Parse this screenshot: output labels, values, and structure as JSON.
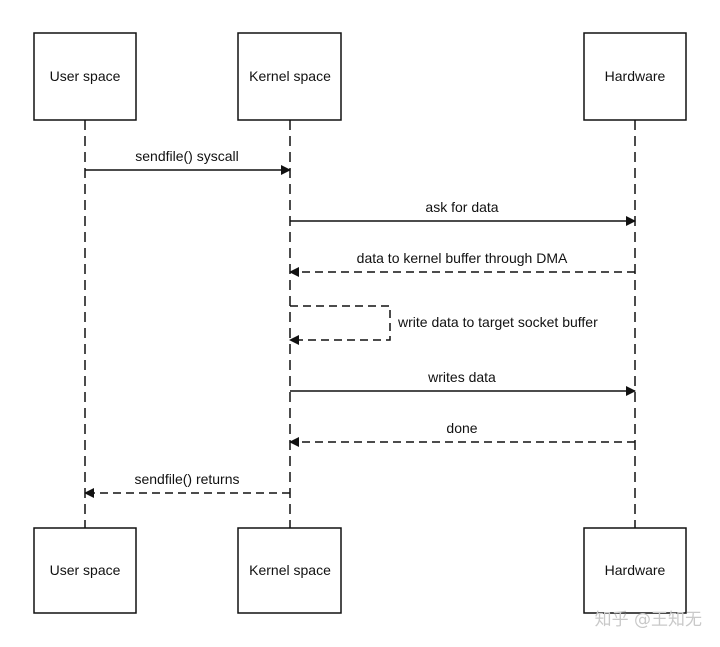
{
  "actors": [
    {
      "id": "user",
      "label": "User space"
    },
    {
      "id": "kernel",
      "label": "Kernel space"
    },
    {
      "id": "hw",
      "label": "Hardware"
    }
  ],
  "messages": [
    {
      "from": "user",
      "to": "kernel",
      "label": "sendfile() syscall",
      "style": "solid"
    },
    {
      "from": "kernel",
      "to": "hw",
      "label": "ask for data",
      "style": "solid"
    },
    {
      "from": "hw",
      "to": "kernel",
      "label": "data to kernel buffer through DMA",
      "style": "dashed"
    },
    {
      "from": "kernel",
      "to": "kernel",
      "label": "write data to target socket buffer",
      "style": "dashed"
    },
    {
      "from": "kernel",
      "to": "hw",
      "label": "writes data",
      "style": "solid"
    },
    {
      "from": "hw",
      "to": "kernel",
      "label": "done",
      "style": "dashed"
    },
    {
      "from": "kernel",
      "to": "user",
      "label": "sendfile() returns",
      "style": "dashed"
    }
  ],
  "watermark": "知乎 @王知无",
  "colors": {
    "line": "#111111",
    "watermark": "#c9c9c9"
  }
}
